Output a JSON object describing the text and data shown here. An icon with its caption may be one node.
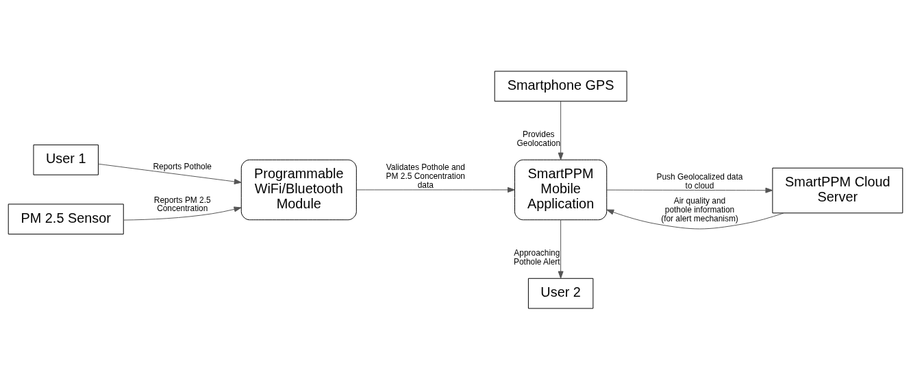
{
  "diagram": {
    "nodes": [
      {
        "text": [
          "User 1"
        ]
      },
      {
        "text": [
          "PM 2.5 Sensor"
        ]
      },
      {
        "text": [
          "Programmable WiFi/Bluetooth Module"
        ]
      },
      {
        "text": [
          "Smartphone GPS"
        ]
      },
      {
        "text": [
          "SmartPPM Mobile Application"
        ]
      },
      {
        "text": [
          "SmartPPM Cloud Server"
        ]
      },
      {
        "text": [
          "User 2"
        ]
      }
    ],
    "edges": [
      {
        "from": 0,
        "to": 2,
        "arrow": "to",
        "label": "Reports Pothole"
      },
      {
        "from": 1,
        "to": 2,
        "arrow": "to",
        "label": "Reports PM 2.5 Concentration"
      },
      {
        "from": 2,
        "to": 4,
        "arrow": "to",
        "label": "Validates Pothole and PM 2.5 Concentration data"
      },
      {
        "from": 3,
        "to": 4,
        "arrow": "to",
        "label": "Provides Geolocation"
      },
      {
        "from": 4,
        "to": 5,
        "arrow": "to",
        "label": "Push Geolocalized data to cloud"
      },
      {
        "from": 5,
        "to": 4,
        "arrow": "to",
        "label": "Air quality and pothole information (for alert mechanism)"
      },
      {
        "from": 4,
        "to": 6,
        "arrow": "to",
        "label": "Approaching Pothole Alert"
      }
    ]
  }
}
